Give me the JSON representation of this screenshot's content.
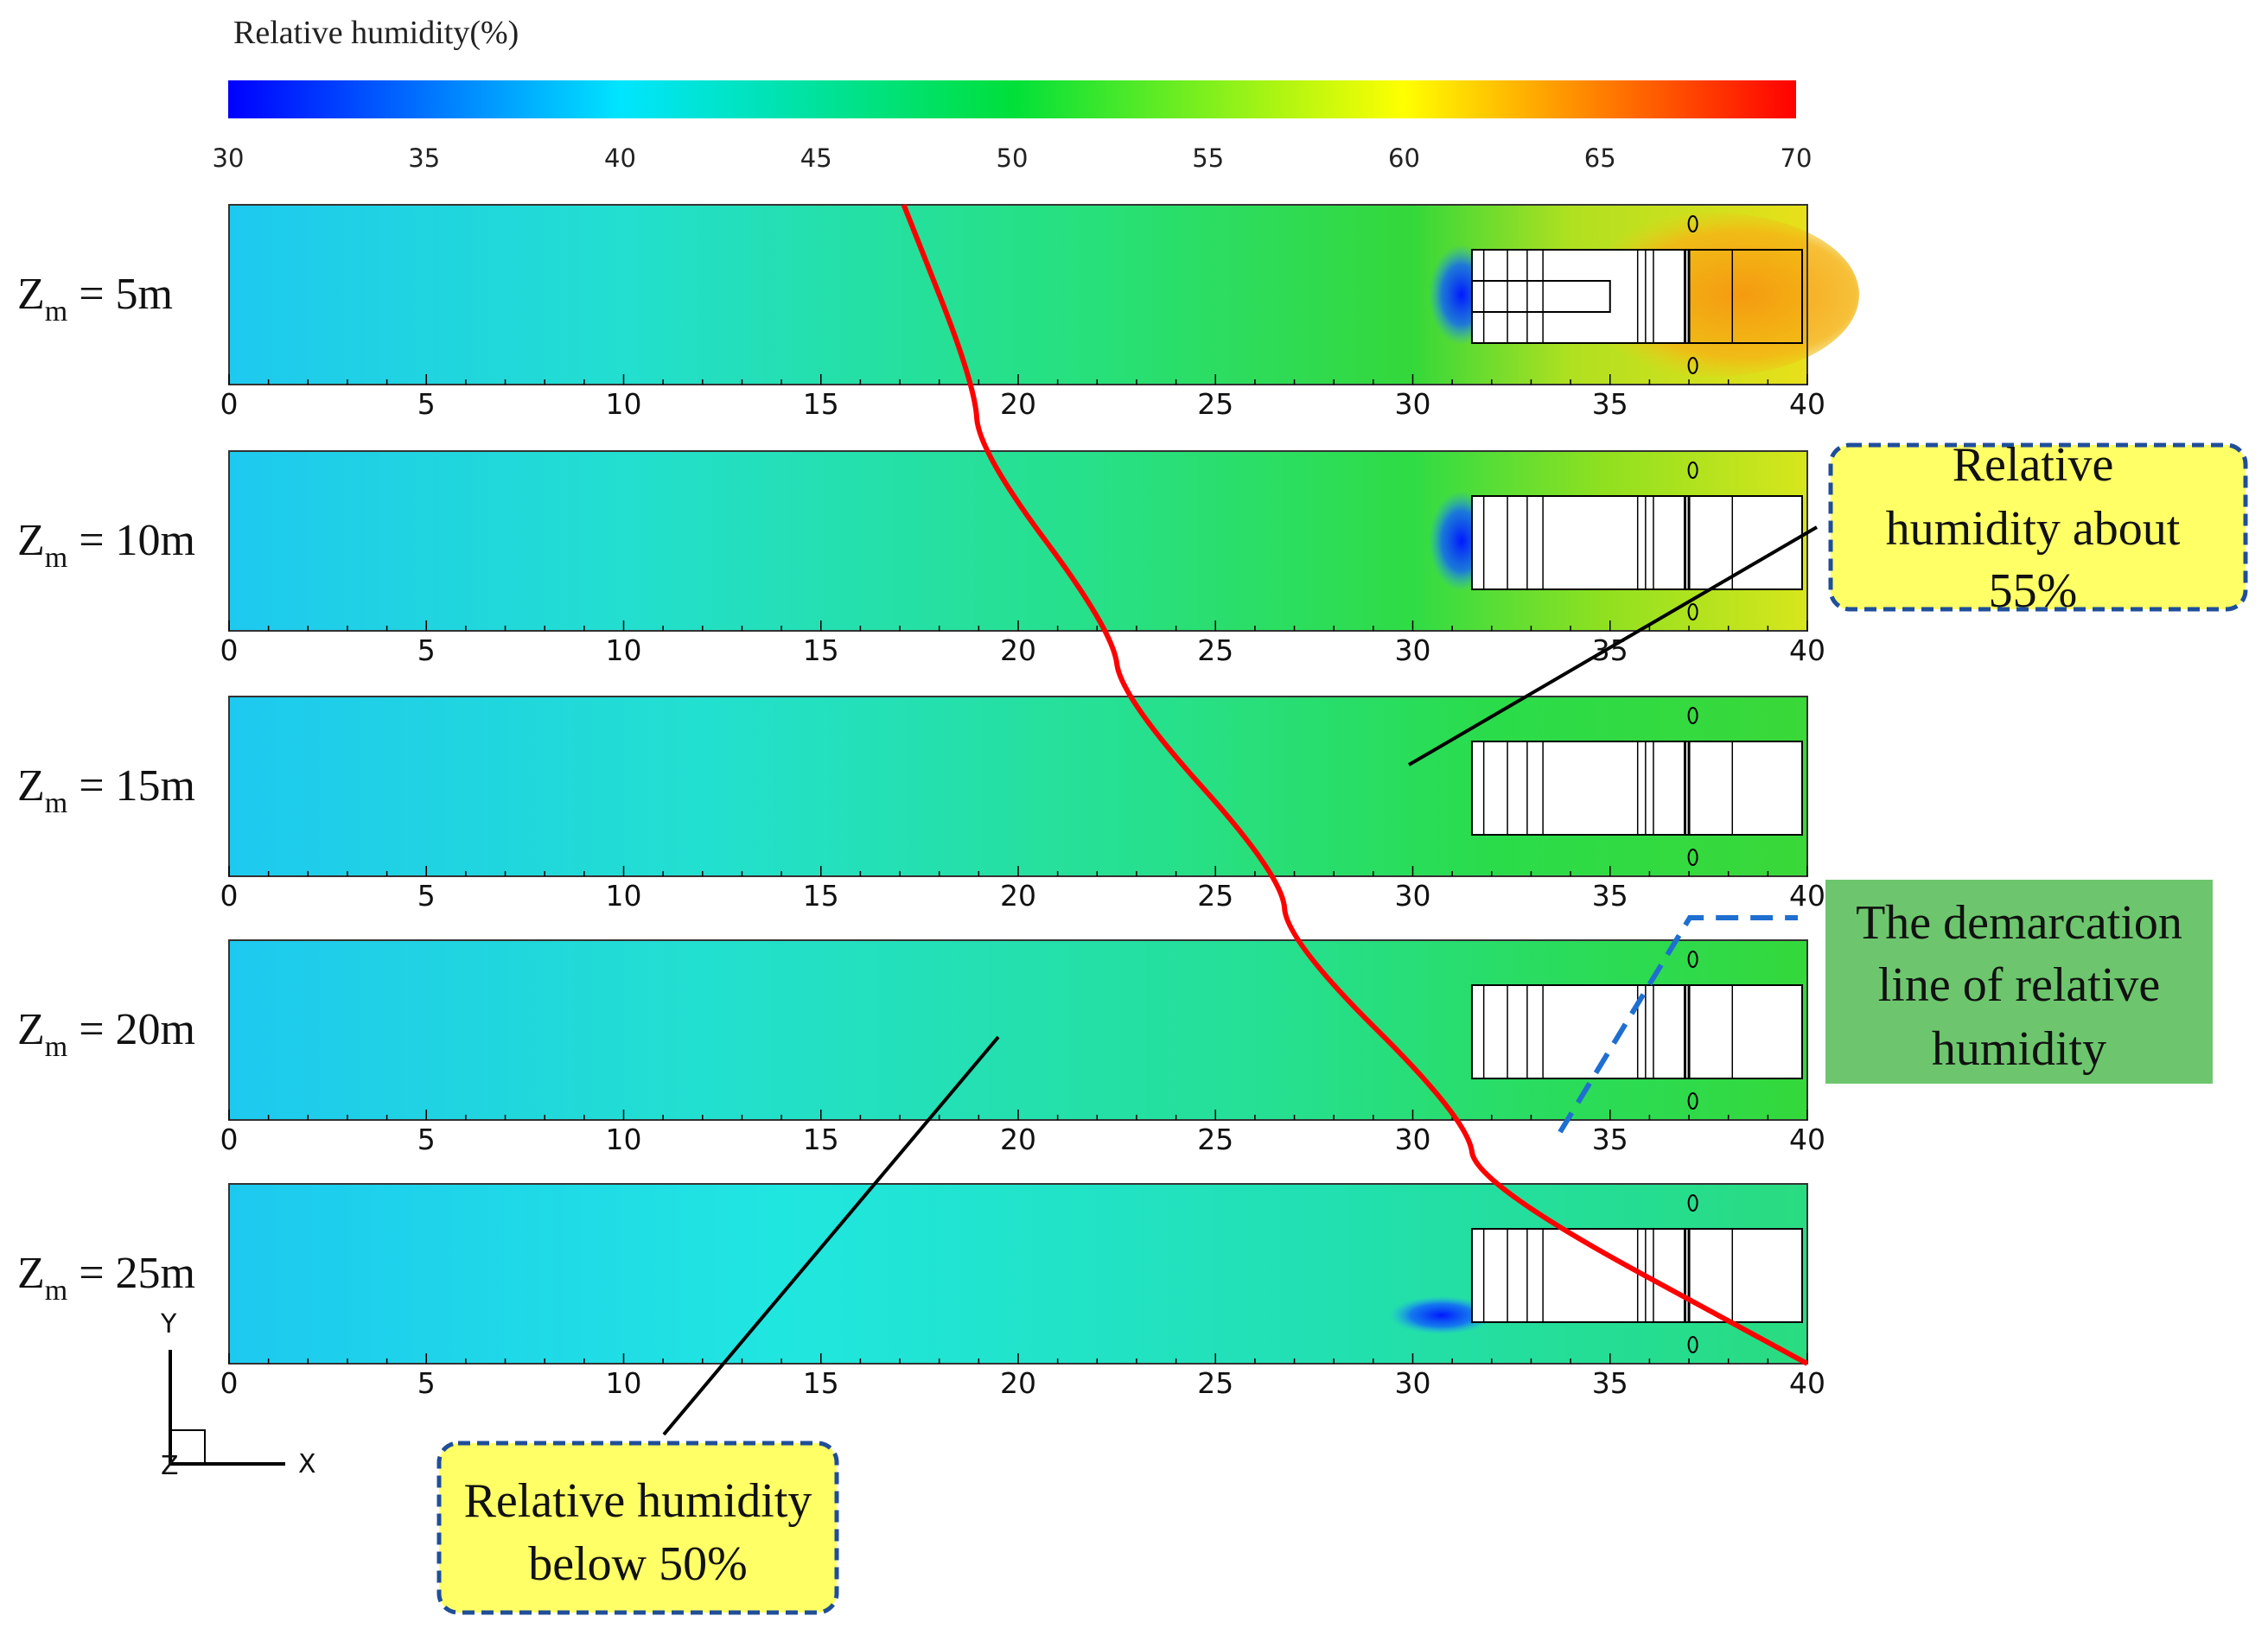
{
  "chart_data": {
    "type": "heatmap",
    "colorbar": {
      "title": "Relative humidity(%)",
      "min": 30,
      "max": 70,
      "ticks": [
        30,
        35,
        40,
        45,
        50,
        55,
        60,
        65,
        70
      ],
      "colormap": [
        "#0000ff",
        "#00e5ff",
        "#00e03a",
        "#ffff00",
        "#ff0000"
      ]
    },
    "x_axis": {
      "min": 0,
      "max": 40,
      "ticks": [
        0,
        5,
        10,
        15,
        20,
        25,
        30,
        35,
        40
      ]
    },
    "panels": [
      {
        "label_main": "Z",
        "label_sub": "m",
        "label_value": " = 5m",
        "z_m": 5
      },
      {
        "label_main": "Z",
        "label_sub": "m",
        "label_value": " = 10m",
        "z_m": 10
      },
      {
        "label_main": "Z",
        "label_sub": "m",
        "label_value": " = 15m",
        "z_m": 15
      },
      {
        "label_main": "Z",
        "label_sub": "m",
        "label_value": " = 20m",
        "z_m": 20
      },
      {
        "label_main": "Z",
        "label_sub": "m",
        "label_value": " = 25m",
        "z_m": 25
      }
    ],
    "demarcation_line_x_at_panel_top": [
      17.1,
      19.0,
      22.6,
      26.8,
      31.6
    ],
    "demarcation_line_x_at_panel_bottom": [
      18.9,
      22.4,
      26.7,
      31.4,
      40.0
    ],
    "annotations": {
      "about_55": {
        "lines": [
          "Relative",
          "humidity about",
          "55%"
        ],
        "fill": "#ffff66",
        "border": "#1f4e9a"
      },
      "below_50": {
        "lines": [
          "Relative humidity",
          "below 50%"
        ],
        "fill": "#ffff66",
        "border": "#1f4e9a"
      },
      "demarcation": {
        "lines": [
          "The demarcation",
          "line of relative",
          "humidity"
        ],
        "fill": "#6dc66d"
      }
    },
    "colors": {
      "demarcation_line": "#ff0000",
      "dashed_guide": "#1f6fd1"
    },
    "coordinate_axes": {
      "y_label": "Y",
      "x_label": "X",
      "z_label": "Z"
    }
  }
}
